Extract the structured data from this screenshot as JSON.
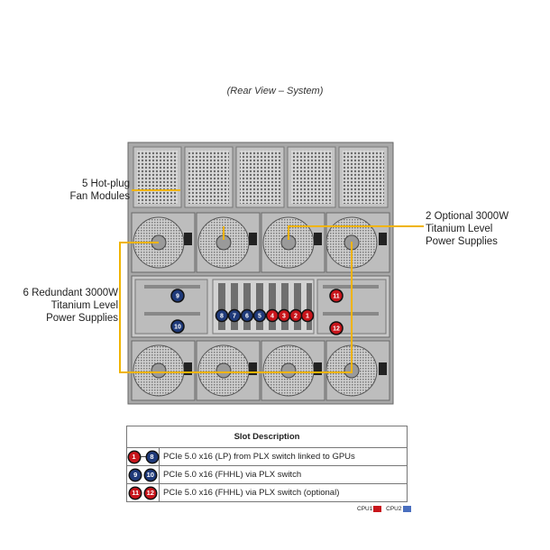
{
  "caption": "(Rear View – System)",
  "callouts": {
    "fans": [
      "5 Hot-plug",
      "Fan Modules"
    ],
    "optional_psu": [
      "2 Optional 3000W",
      "Titanium Level",
      "Power Supplies"
    ],
    "redundant_psu": [
      "6 Redundant 3000W",
      "Titanium Level",
      "Power Supplies"
    ]
  },
  "slot_badges": {
    "blue_row": [
      "8",
      "7",
      "6",
      "5"
    ],
    "red_row": [
      "4",
      "3",
      "2",
      "1"
    ],
    "left_upper": "9",
    "left_lower": "10",
    "right_upper": "11",
    "right_lower": "12"
  },
  "table": {
    "header": "Slot Description",
    "rows": [
      {
        "badges": [
          "1",
          "8"
        ],
        "range": true,
        "description": "PCIe 5.0 x16 (LP) from PLX switch linked to GPUs"
      },
      {
        "badges": [
          "9",
          "10"
        ],
        "range": false,
        "description": "PCIe 5.0 x16 (FHHL) via PLX switch"
      },
      {
        "badges": [
          "11",
          "12"
        ],
        "range": false,
        "description": "PCIe 5.0 x16 (FHHL) via PLX switch (optional)"
      }
    ]
  },
  "legend": {
    "cpu1": "CPU1",
    "cpu1_color": "#c8151b",
    "cpu2": "CPU2",
    "cpu2_color": "#4a6fbf"
  },
  "colors": {
    "leader": "#f0b400",
    "chassis": "#b9b9b9"
  }
}
